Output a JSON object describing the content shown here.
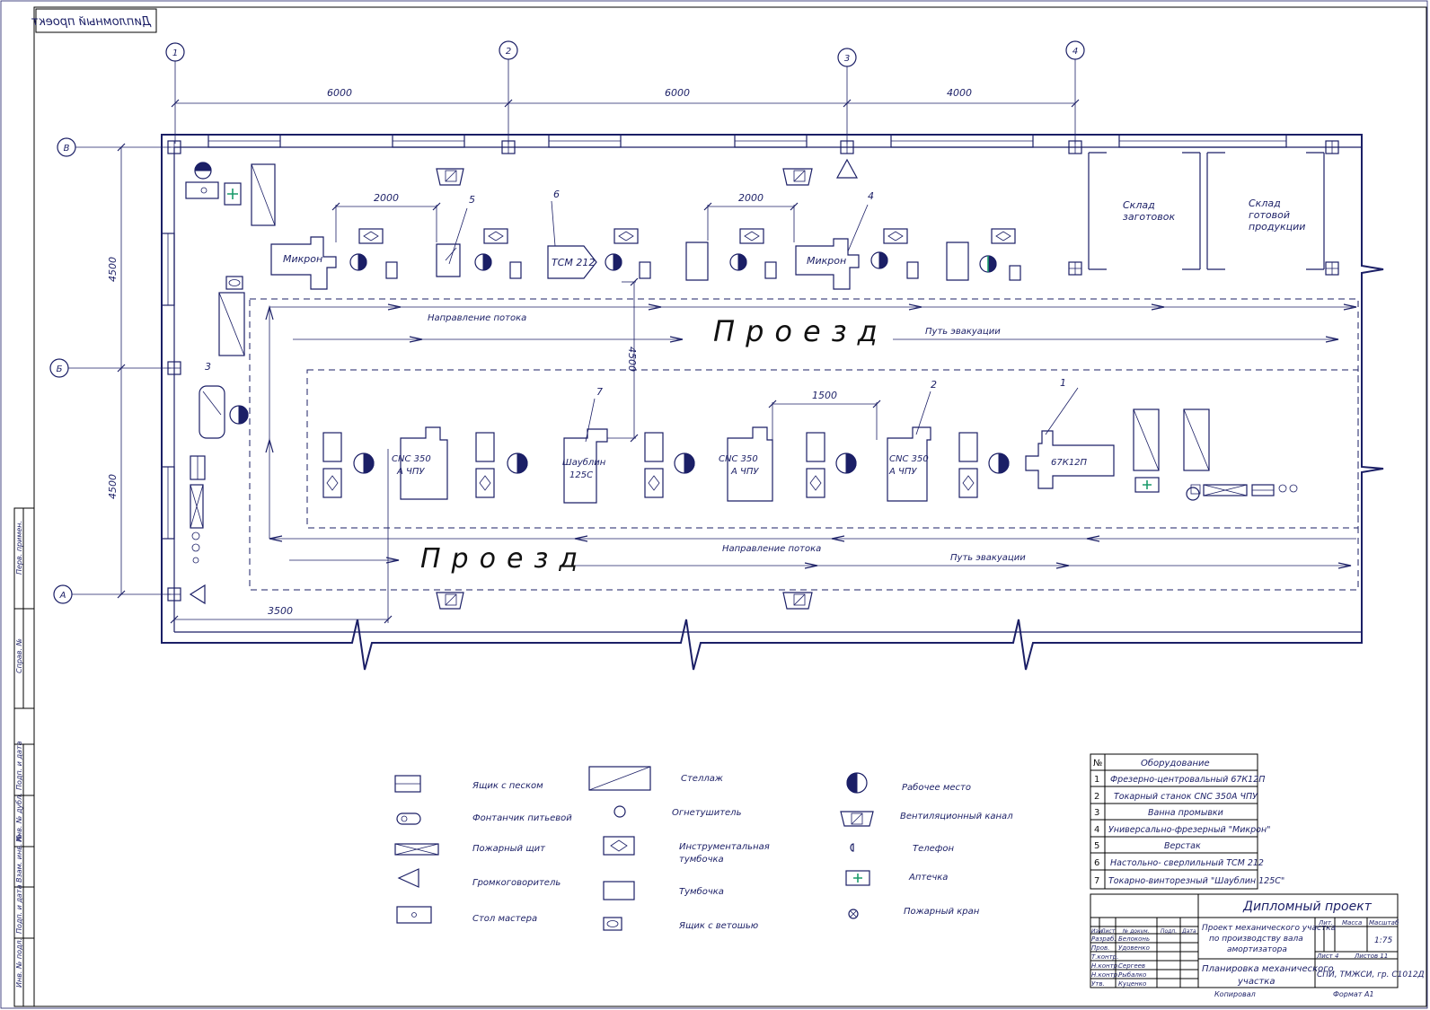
{
  "title_mirrored": "Дипломный проект",
  "axes": {
    "columns": [
      "1",
      "2",
      "3",
      "4"
    ],
    "rows": [
      "В",
      "Б",
      "А"
    ]
  },
  "dims": {
    "span_1_2": "6000",
    "span_2_3": "6000",
    "span_3_4": "4000",
    "row_vb": "4500",
    "row_ba": "4500",
    "d2000a": "2000",
    "d2000b": "2000",
    "d1500": "1500",
    "d4500c": "4500",
    "d3500": "3500"
  },
  "floor": {
    "aisle1": "Проезд",
    "aisle2": "Проезд",
    "flow1": "Направление потока",
    "flow2": "Направление потока",
    "evac1": "Путь эвакуации",
    "evac2": "Путь эвакуации",
    "store1": "Склад заготовок",
    "store2": "Склад готовой продукции"
  },
  "machines": {
    "m_mikron1": "Микрон",
    "m_tsm": "ТСМ 212",
    "m_mikron2": "Микрон",
    "m_cnc1a": "CNC 350",
    "m_cnc1b": "А ЧПУ",
    "m_shaub1": "Шаублин",
    "m_shaub2": "125С",
    "m_cnc2a": "CNC 350",
    "m_cnc2b": "А ЧПУ",
    "m_cnc3a": "CNC 350",
    "m_cnc3b": "А ЧПУ",
    "m_67k": "67К12П",
    "n1": "1",
    "n2": "2",
    "n3": "3",
    "n4": "4",
    "n5": "5",
    "n6": "6",
    "n7": "7"
  },
  "legend": {
    "sand": "Ящик с песком",
    "fountain": "Фонтанчик питьевой",
    "firepanel": "Пожарный щит",
    "speaker": "Громкоговоритель",
    "mastertable": "Стол мастера",
    "rack": "Стеллаж",
    "extinguisher": "Огнетушитель",
    "toolcab1": "Инструментальная",
    "toolcab2": "тумбочка",
    "cabinet": "Тумбочка",
    "ragbox": "Ящик с ветошью",
    "workplace": "Рабочее место",
    "vent": "Вентиляционный канал",
    "phone": "Телефон",
    "firstaid": "Аптечка",
    "hydrant": "Пожарный кран"
  },
  "equipment_table": {
    "h_no": "№",
    "h_name": "Оборудование",
    "rows": [
      {
        "n": "1",
        "t": "Фрезерно-центровальный 67К12П"
      },
      {
        "n": "2",
        "t": "Токарный станок CNC 350А ЧПУ"
      },
      {
        "n": "3",
        "t": "Ванна промывки"
      },
      {
        "n": "4",
        "t": "Универсально-фрезерный \"Микрон\""
      },
      {
        "n": "5",
        "t": "Верстак"
      },
      {
        "n": "6",
        "t": "Настольно- сверлильный ТСМ 212"
      },
      {
        "n": "7",
        "t": "Токарно-винторезный \"Шаублин 125С\""
      }
    ]
  },
  "stamp": {
    "project": "Дипломный проект",
    "desc1": "Проект механического участка",
    "desc2": "по производству вала",
    "desc3": "амортизатора",
    "sheet_title1": "Планировка механического",
    "sheet_title2": "участка",
    "lit": "Лит.",
    "mass": "Масса",
    "scale_h": "Масштаб",
    "scale": "1:75",
    "sheet": "Лист  4",
    "sheets": "Листов  11",
    "org": "СПИ, ТМЖСИ, гр. С1012Д",
    "copied": "Копировал",
    "format": "Формат    А1",
    "c_izm": "Изм.",
    "c_list": "Лист",
    "c_doc": "№ докум.",
    "c_podp": "Подп.",
    "c_date": "Дата",
    "r1": "Разраб.",
    "r1n": "Белоконь",
    "r2": "Пров.",
    "r2n": "Удовенко",
    "r3": "Т.контр.",
    "r4": "Н.контр.",
    "r4n": "Сергеев",
    "r5": "Н.контр.",
    "r5n": "Рыбалко",
    "r6": "Утв.",
    "r6n": "Куценко"
  },
  "sidebar": {
    "s1": "Перв. примен.",
    "s2": "Справ. №",
    "s3": "Подп. и дата",
    "s4": "Инв. № дубл.",
    "s5": "Взам. инв. №",
    "s6": "Подп. и дата",
    "s7": "Инв. № подл."
  }
}
